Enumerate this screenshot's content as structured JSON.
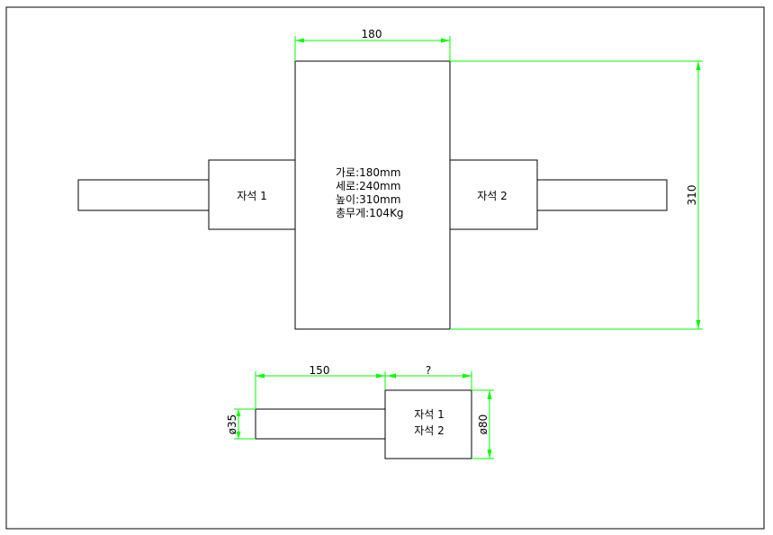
{
  "top_view": {
    "dim_width": "180",
    "dim_height": "310",
    "body_spec": [
      "가로:180mm",
      "세로:240mm",
      "높이:310mm",
      "총무게:104Kg"
    ],
    "magnet_left": "자석 1",
    "magnet_right": "자석 2"
  },
  "side_view": {
    "dim_shaft_length": "150",
    "dim_magnet_length": "?",
    "dim_shaft_dia": "ø35",
    "dim_magnet_dia": "ø80",
    "magnet_labels": [
      "자석 1",
      "자석 2"
    ]
  },
  "colors": {
    "dimension": "#00ff00",
    "outline": "#000000"
  }
}
